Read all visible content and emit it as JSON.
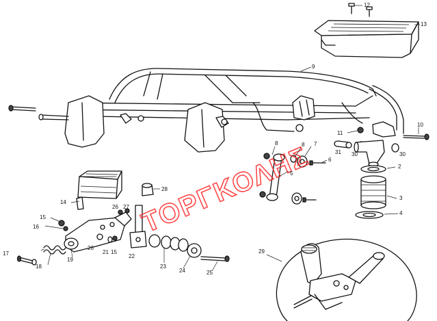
{
  "watermark": "ΤΟΡΓΚΟΛΗΣ",
  "callouts": [
    {
      "id": "c12",
      "text": "12"
    },
    {
      "id": "c13",
      "text": "13"
    },
    {
      "id": "c9",
      "text": "9"
    },
    {
      "id": "c10",
      "text": "10"
    },
    {
      "id": "c11",
      "text": "11"
    },
    {
      "id": "c31",
      "text": "31"
    },
    {
      "id": "c30a",
      "text": "30"
    },
    {
      "id": "c30b",
      "text": "30"
    },
    {
      "id": "c8a",
      "text": "8"
    },
    {
      "id": "c8b",
      "text": "8"
    },
    {
      "id": "c7",
      "text": "7"
    },
    {
      "id": "c6",
      "text": "6"
    },
    {
      "id": "c5",
      "text": "5"
    },
    {
      "id": "c2",
      "text": "2"
    },
    {
      "id": "c3",
      "text": "3"
    },
    {
      "id": "c4",
      "text": "4"
    },
    {
      "id": "c28",
      "text": "28"
    },
    {
      "id": "c14",
      "text": "14"
    },
    {
      "id": "c26a",
      "text": "26"
    },
    {
      "id": "c27",
      "text": "27"
    },
    {
      "id": "c15a",
      "text": "15"
    },
    {
      "id": "c16",
      "text": "16"
    },
    {
      "id": "c17",
      "text": "17"
    },
    {
      "id": "c18",
      "text": "18"
    },
    {
      "id": "c19",
      "text": "19"
    },
    {
      "id": "c26b",
      "text": "26"
    },
    {
      "id": "c21",
      "text": "21"
    },
    {
      "id": "c15b",
      "text": "15"
    },
    {
      "id": "c22",
      "text": "22"
    },
    {
      "id": "c23",
      "text": "23"
    },
    {
      "id": "c24",
      "text": "24"
    },
    {
      "id": "c25",
      "text": "25"
    },
    {
      "id": "c29",
      "text": "29"
    }
  ],
  "colors": {
    "line": "#111111",
    "watermark": "#ff2a2a",
    "background": "#ffffff"
  }
}
